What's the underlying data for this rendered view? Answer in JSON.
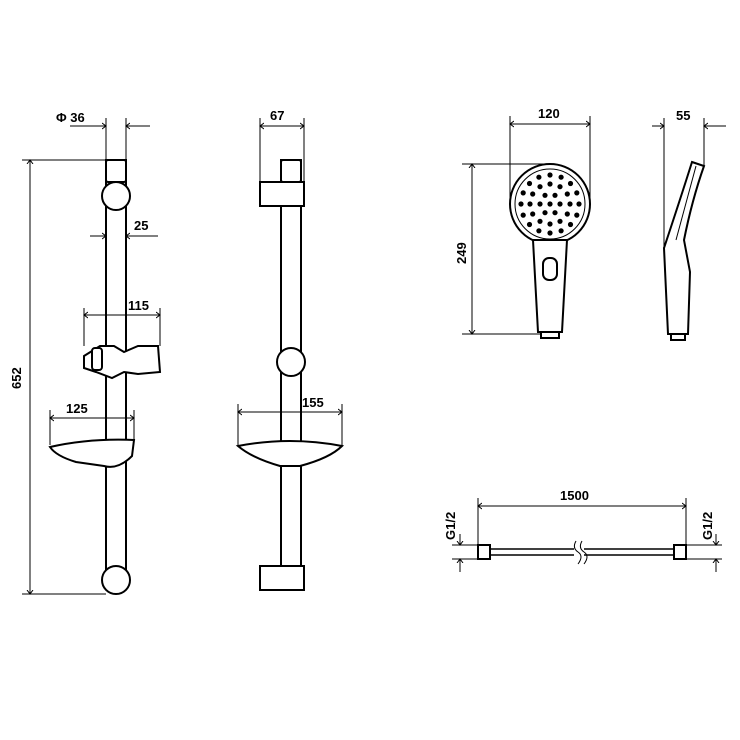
{
  "dimensions": {
    "rail_diameter": "Φ 36",
    "rail_offset": "25",
    "holder_width": "115",
    "soap_dish_depth_side": "125",
    "total_height": "652",
    "bracket_depth": "67",
    "soap_dish_width": "155",
    "head_width": "120",
    "head_length": "249",
    "head_thickness": "55",
    "hose_length": "1500",
    "hose_thread_left": "G1/2",
    "hose_thread_right": "G1/2"
  }
}
